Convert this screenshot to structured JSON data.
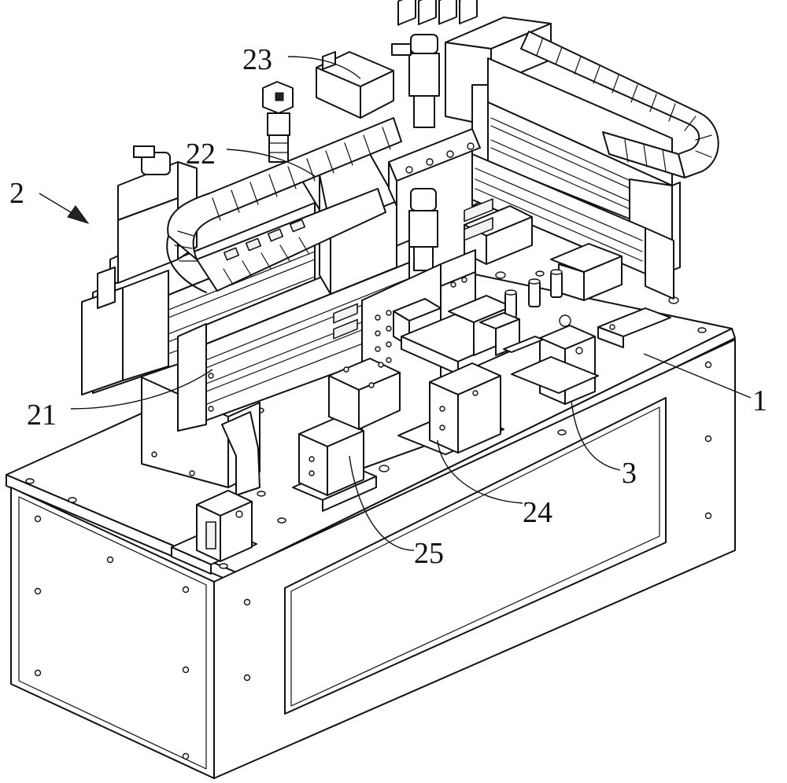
{
  "figure": {
    "labels": [
      {
        "id": "label-2",
        "text": "2"
      },
      {
        "id": "label-21",
        "text": "21"
      },
      {
        "id": "label-22",
        "text": "22"
      },
      {
        "id": "label-23",
        "text": "23"
      },
      {
        "id": "label-24",
        "text": "24"
      },
      {
        "id": "label-25",
        "text": "25"
      },
      {
        "id": "label-1",
        "text": "1"
      },
      {
        "id": "label-3",
        "text": "3"
      }
    ]
  }
}
